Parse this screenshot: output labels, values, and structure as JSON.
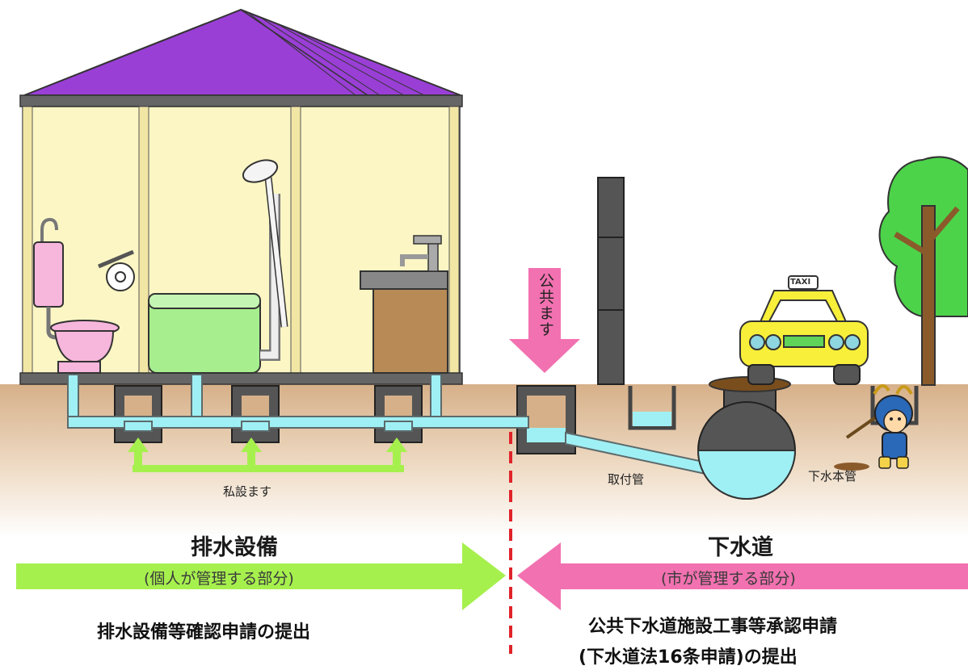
{
  "labels": {
    "public_basin": "公共ます",
    "private_basin": "私設ます",
    "connection_pipe": "取付管",
    "main_sewer": "下水本管",
    "taxi_sign": "TAXI"
  },
  "left_section": {
    "title": "排水設備",
    "subtitle": "(個人が管理する部分)",
    "application": "排水設備等確認申請の提出"
  },
  "right_section": {
    "title": "下水道",
    "subtitle": "(市が管理する部分)",
    "application_line1": "公共下水道施設工事等承認申請",
    "application_line2": "(下水道法16条申請)の提出"
  },
  "colors": {
    "roof": "#9a3fd6",
    "wall": "#fbf6c4",
    "ground": "#d9b48c",
    "pipe": "#9ff0f4",
    "private_arrow": "#a6f04e",
    "public_arrow": "#f271b0",
    "boundary": "#e0232a",
    "car": "#f7ef3a",
    "tree": "#4cd34a"
  }
}
